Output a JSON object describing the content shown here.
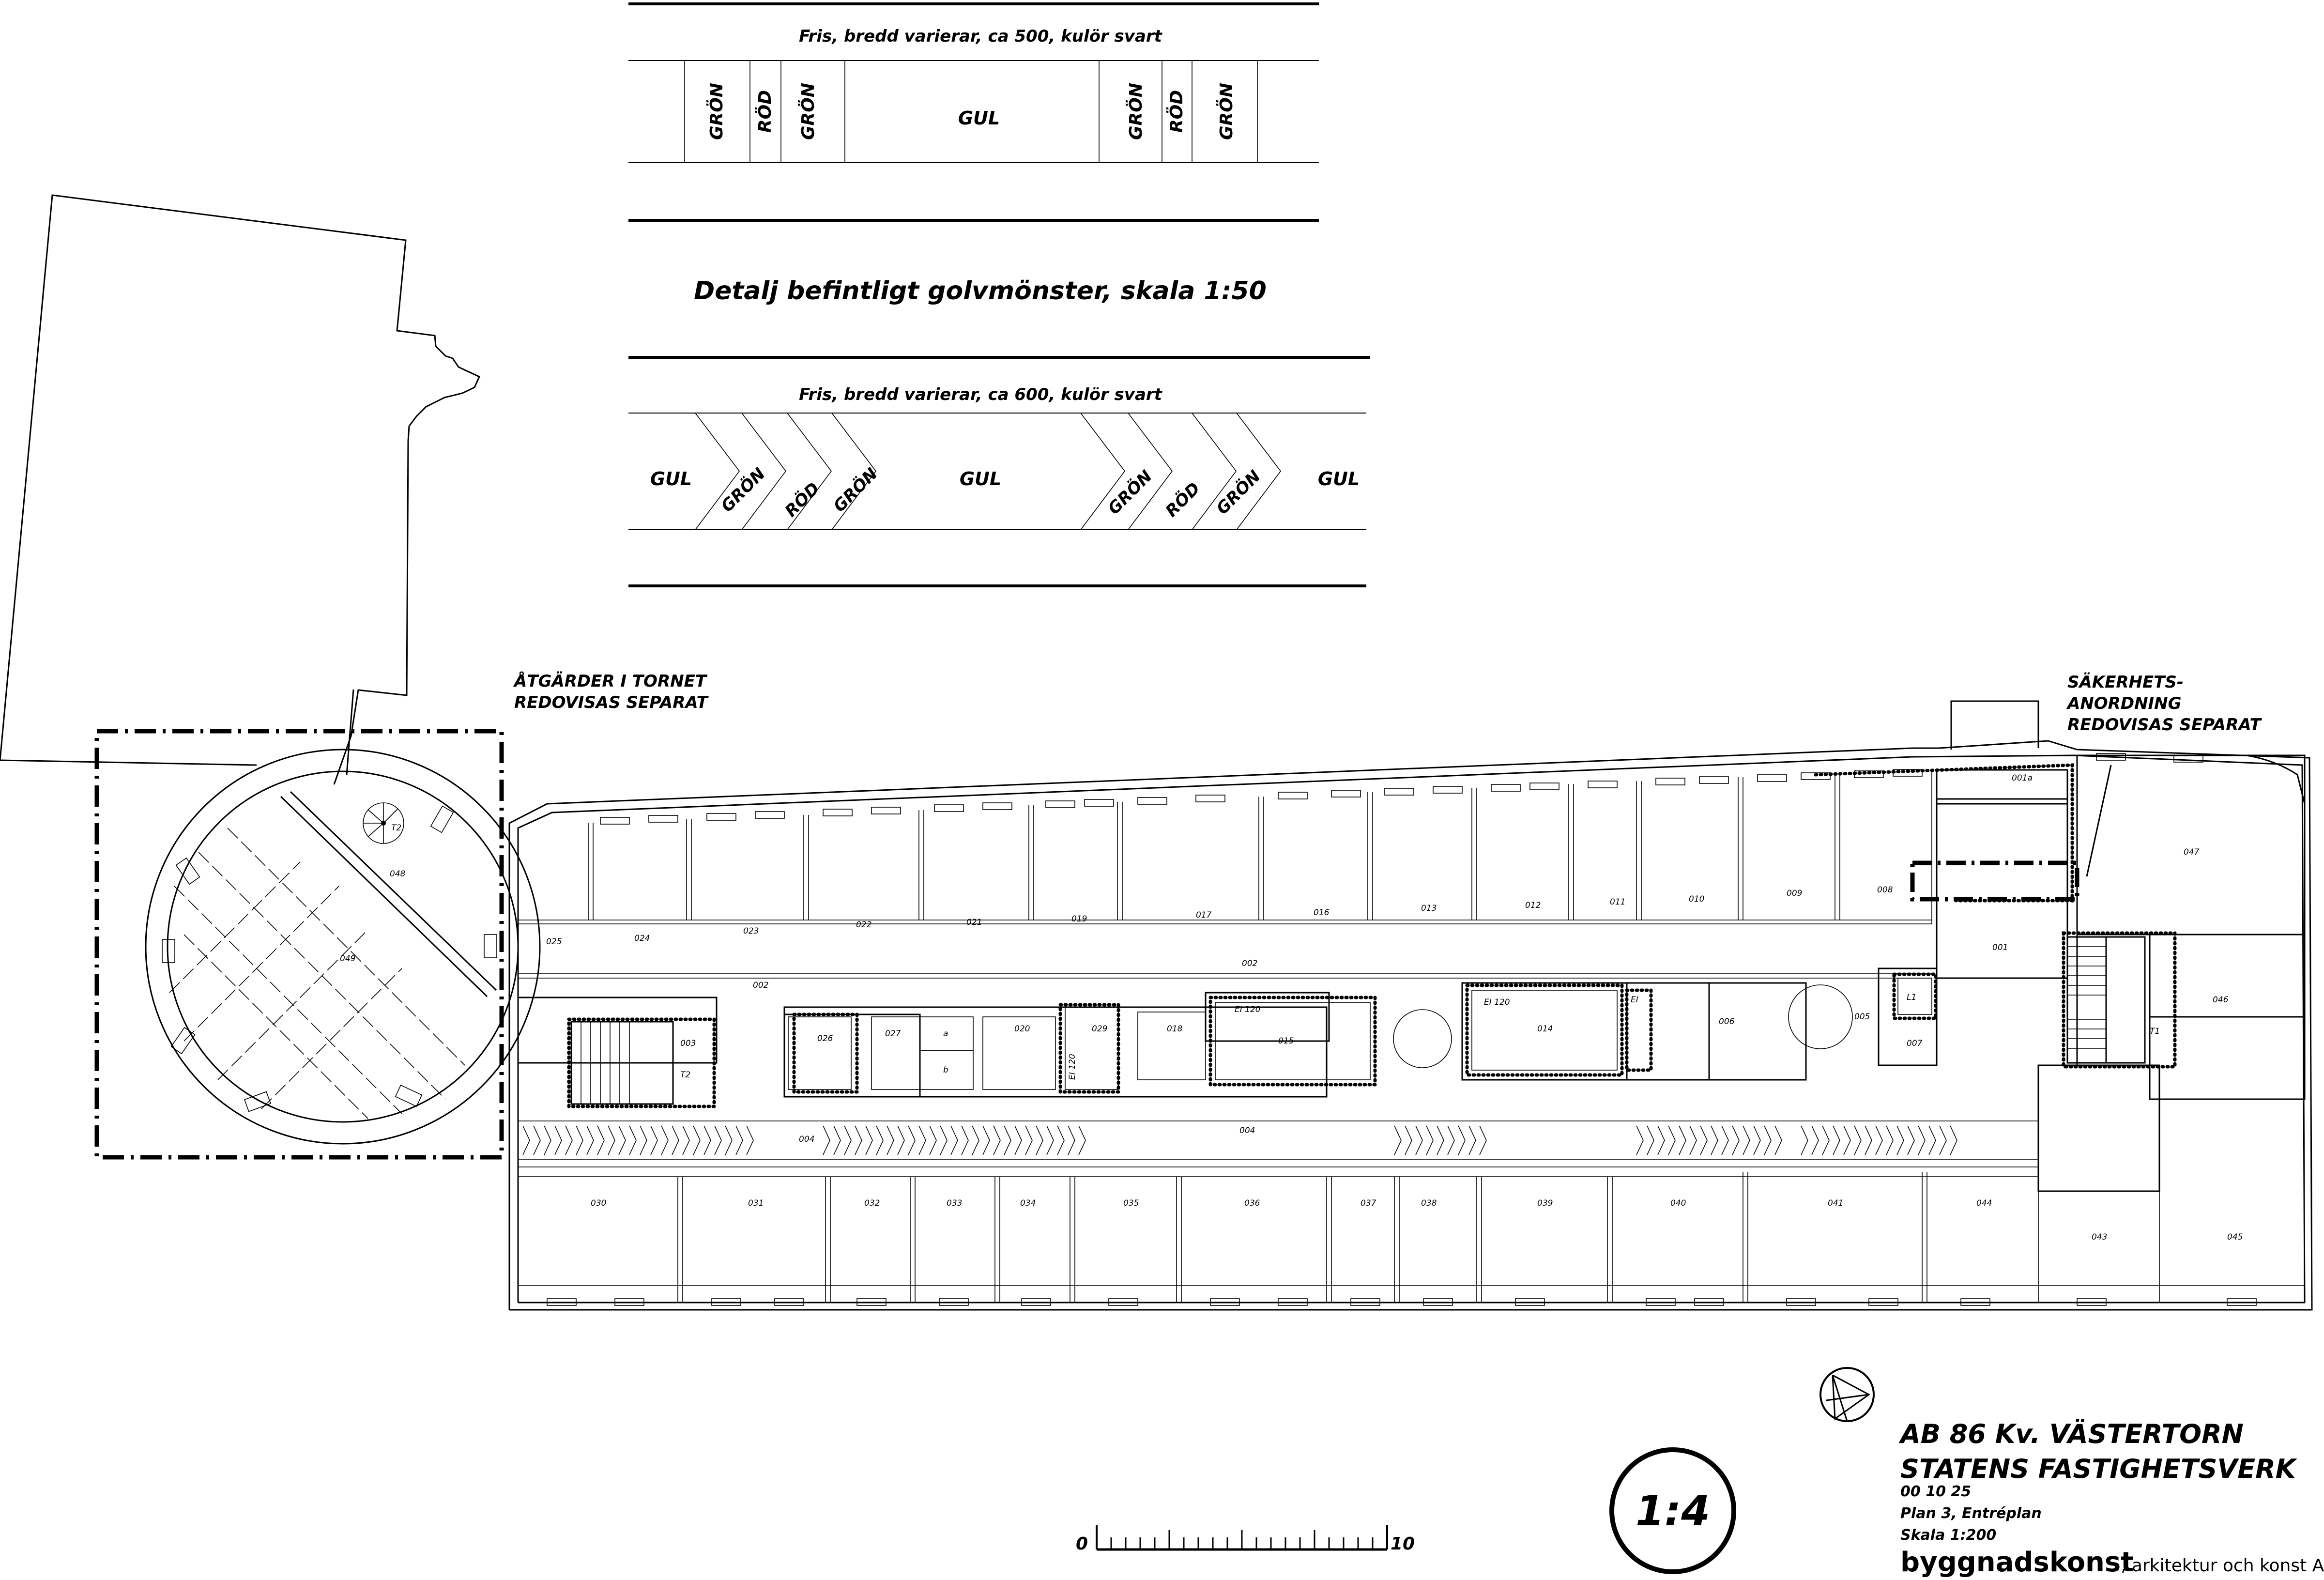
{
  "detail": {
    "frieze_top": "Fris, bredd varierar, ca 500, kulör svart",
    "frieze_bottom": "Fris, bredd varierar, ca 600, kulör svart",
    "title": "Detalj befintligt golvmönster, skala 1:50",
    "row1": [
      "GRÖN",
      "RÖD",
      "GRÖN",
      "GUL",
      "GRÖN",
      "RÖD",
      "GRÖN"
    ],
    "row2": [
      "GUL",
      "GRÖN",
      "RÖD",
      "GRÖN",
      "GUL",
      "GRÖN",
      "RÖD",
      "GRÖN",
      "GUL"
    ]
  },
  "notes": {
    "tower_1": "ÅTGÄRDER I TORNET",
    "tower_2": "REDOVISAS SEPARAT",
    "safety_1": "SÄKERHETS-",
    "safety_2": "ANORDNING",
    "safety_3": "REDOVISAS SEPARAT"
  },
  "rooms": {
    "north": [
      "025",
      "024",
      "023",
      "022",
      "021",
      "019",
      "017",
      "016",
      "013",
      "012",
      "011",
      "010",
      "009",
      "008"
    ],
    "south": [
      "030",
      "031",
      "032",
      "033",
      "034",
      "035",
      "036",
      "037",
      "038",
      "039",
      "040",
      "041",
      "044",
      "043",
      "045"
    ],
    "core": [
      "003",
      "T2",
      "026",
      "027",
      "a",
      "b",
      "020",
      "029",
      "018",
      "015",
      "014",
      "006",
      "005",
      "L1",
      "007",
      "001",
      "001a",
      "047",
      "046",
      "T1"
    ],
    "corridors": [
      "002",
      "002",
      "004",
      "004"
    ],
    "tower": [
      "048",
      "T2",
      "049"
    ],
    "fire": [
      "EI 120",
      "EI 120",
      "EI 120",
      "EI"
    ]
  },
  "scale_bar": {
    "start": "0",
    "end": "10"
  },
  "scale_badge": "1:4",
  "title_block": {
    "project": "AB 86 Kv. VÄSTERTORN",
    "client": "STATENS FASTIGHETSVERK",
    "date": "00 10 25",
    "plan": "Plan 3, Entréplan",
    "scale": "Skala 1:200",
    "firm": "byggnadskonst",
    "firm_suffix": ", arkitektur och konst AB"
  }
}
